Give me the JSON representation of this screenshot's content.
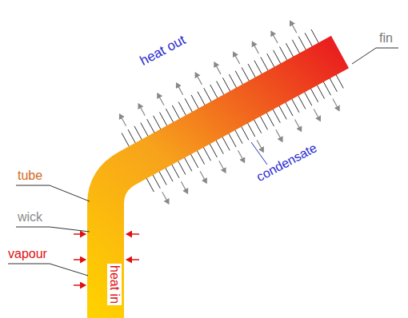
{
  "diagram": {
    "labels": [
      "tube",
      "wick",
      "vapour",
      "heat in",
      "heat out",
      "condensate",
      "fin"
    ]
  }
}
